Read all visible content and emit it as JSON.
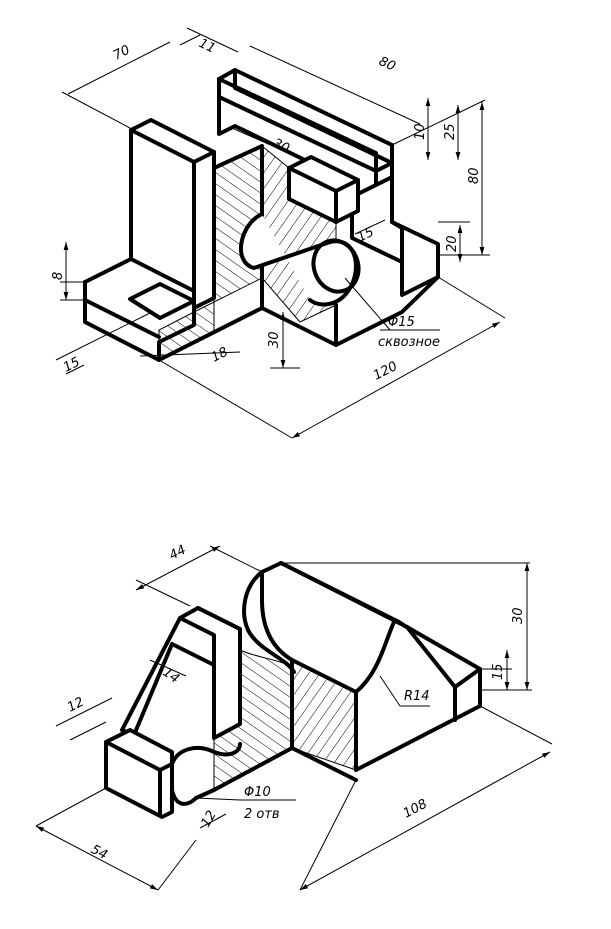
{
  "drawing1": {
    "dims": {
      "d70": "70",
      "d11": "11",
      "d80_top": "80",
      "d10": "10",
      "d25": "25",
      "d80_right": "80",
      "d30_top": "30",
      "d15_slot": "15",
      "d20": "20",
      "d8": "8",
      "d15_left": "15",
      "d18": "18",
      "d30_bottom": "30",
      "d120": "120"
    },
    "note": {
      "diameter": "Φ15",
      "text": "сквозное"
    }
  },
  "drawing2": {
    "dims": {
      "d44": "44",
      "d30": "30",
      "d15": "15",
      "d14": "14",
      "d12_left": "12",
      "d12_bottom": "12",
      "d54": "54",
      "d108": "108"
    },
    "notes": {
      "radius": "R14",
      "diameter": "Φ10",
      "holes": "2 отв"
    }
  }
}
